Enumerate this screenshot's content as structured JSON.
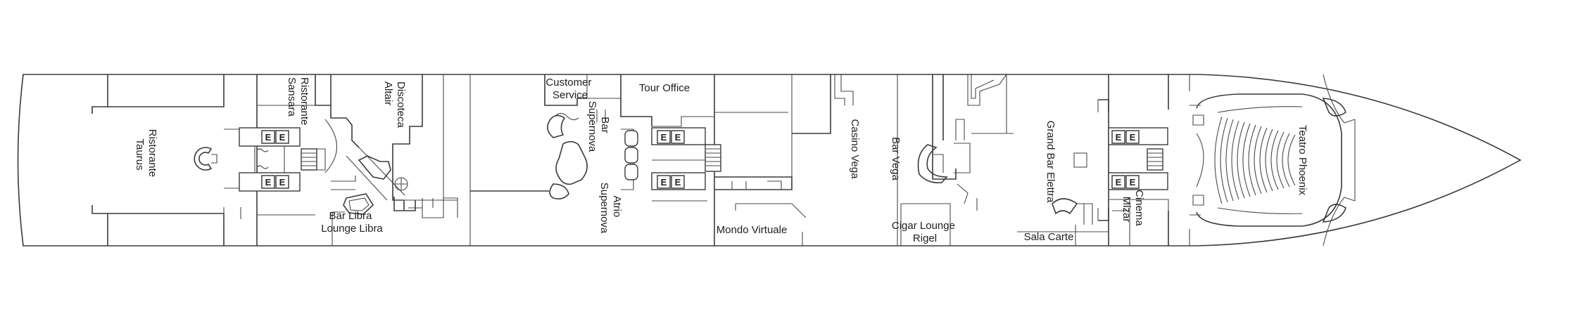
{
  "labels": {
    "ristorante_taurus": [
      "Ristorante",
      "Taurus"
    ],
    "ristorante_sansara": [
      "Ristorante",
      "Sansara"
    ],
    "discoteca_altair": [
      "Discoteca",
      "Altair"
    ],
    "bar_libra": [
      "Bar Libra",
      "Lounge Libra"
    ],
    "customer_service": [
      "Customer",
      "Service"
    ],
    "tour_office": "Tour Office",
    "bar_supernova": [
      "Bar",
      "Supernova"
    ],
    "atrio_supernova": [
      "Atrio",
      "Supernova"
    ],
    "mondo_virtuale": "Mondo Virtuale",
    "casino_vega": "Casino Vega",
    "bar_vega": "Bar Vega",
    "cigar_lounge": [
      "Cigar Lounge",
      "Rigel"
    ],
    "grand_bar_elettra": "Grand Bar Elettra",
    "sala_carte": "Sala Carte",
    "cinema_mizar": [
      "Cinema",
      "Mizar"
    ],
    "teatro_phoenix": "Teatro Phoenix"
  },
  "elevator_letter": "E"
}
